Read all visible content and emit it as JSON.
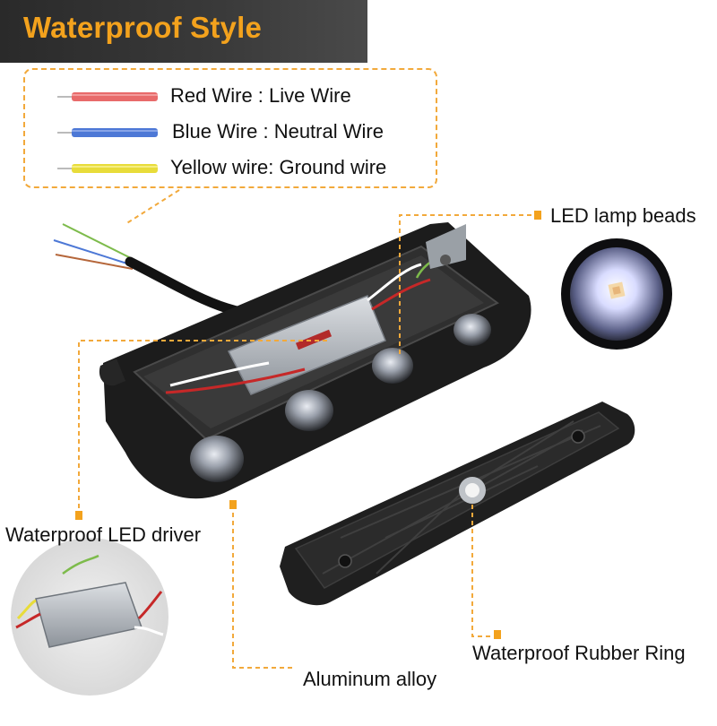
{
  "title": "Waterproof Style",
  "wires": [
    {
      "label": "Red Wire : Live Wire",
      "color": "#e86a6a"
    },
    {
      "label": "Blue Wire : Neutral Wire",
      "color": "#4d78d6"
    },
    {
      "label": "Yellow wire: Ground wire",
      "color": "#e8dc3a"
    }
  ],
  "callouts": {
    "led_beads": "LED lamp beads",
    "led_driver": "Waterproof LED driver",
    "rubber_ring": "Waterproof Rubber Ring",
    "aluminum": "Aluminum alloy"
  },
  "colors": {
    "accent": "#f3a21d",
    "body_black": "#1c1c1c"
  }
}
